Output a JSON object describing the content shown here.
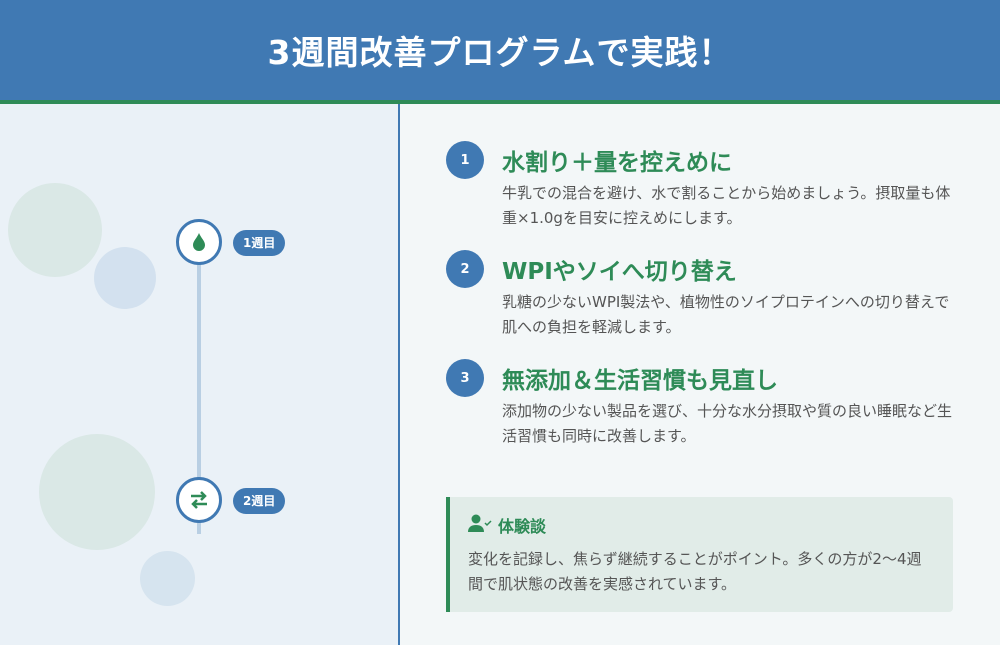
{
  "header": {
    "title": "3週間改善プログラムで実践！"
  },
  "timeline": [
    {
      "label": "1週目",
      "icon": "water-drop-icon"
    },
    {
      "label": "2週目",
      "icon": "swap-arrows-icon"
    }
  ],
  "steps": [
    {
      "num": "1",
      "title": "水割り＋量を控えめに",
      "desc": "牛乳での混合を避け、水で割ることから始めましょう。摂取量も体重×1.0gを目安に控えめにします。"
    },
    {
      "num": "2",
      "title": "WPIやソイへ切り替え",
      "desc": "乳糖の少ないWPI製法や、植物性のソイプロテインへの切り替えで肌への負担を軽減します。"
    },
    {
      "num": "3",
      "title": "無添加＆生活習慣も見直し",
      "desc": "添加物の少ない製品を選び、十分な水分摂取や質の良い睡眠など生活習慣も同時に改善します。"
    }
  ],
  "testimonial": {
    "title": "体験談",
    "body": "変化を記録し、焦らず継続することがポイント。多くの方が2〜4週間で肌状態の改善を実感されています。"
  },
  "colors": {
    "primary": "#4079b3",
    "accent": "#2e8b57"
  }
}
